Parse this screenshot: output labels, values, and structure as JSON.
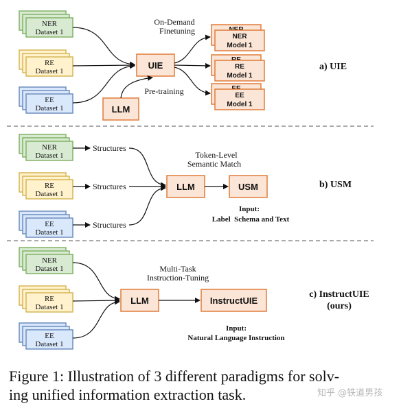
{
  "colors": {
    "ner_fill": "#d9ead3",
    "ner_stroke": "#82b366",
    "re_fill": "#fff2cc",
    "re_stroke": "#d6b656",
    "ee_fill": "#dae8fc",
    "ee_stroke": "#6c8ebf",
    "model_fill": "#fbe5d6",
    "model_stroke": "#e07b39"
  },
  "datasets": {
    "ner": {
      "line1": "NER",
      "line2": "Dataset 1"
    },
    "re": {
      "line1": "RE",
      "line2": "Dataset 1"
    },
    "ee": {
      "line1": "EE",
      "line2": "Dataset 1"
    }
  },
  "uie": {
    "finetune_label_1": "On-Demand",
    "finetune_label_2": "Finetuning",
    "uie_box": "UIE",
    "llm_box": "LLM",
    "pretraining_label": "Pre-training",
    "models": [
      {
        "back": "NER",
        "line1": "NER",
        "line2": "Model 1"
      },
      {
        "back": "RE",
        "line1": "RE",
        "line2": "Model 1"
      },
      {
        "back": "EE",
        "line1": "EE",
        "line2": "Model 1"
      }
    ],
    "section_label": "a) UIE"
  },
  "usm": {
    "structures_label": "Structures",
    "match_label_1": "Token-Level",
    "match_label_2": "Semantic Match",
    "llm_box": "LLM",
    "usm_box": "USM",
    "input_label_1": "Input:",
    "input_label_2": "Label  Schema and Text",
    "section_label": "b) USM"
  },
  "instructuie": {
    "tuning_label_1": "Multi-Task",
    "tuning_label_2": "Instruction-Tuning",
    "llm_box": "LLM",
    "out_box": "InstructUIE",
    "input_label_1": "Input:",
    "input_label_2": "Natural Language Instruction",
    "section_label_1": "c) InstructUIE",
    "section_label_2": "(ours)"
  },
  "caption": "Figure 1: Illustration of 3 different paradigms for solving unified information extraction task.",
  "caption_line1": "Figure 1: Illustration of 3 different paradigms for solv-",
  "caption_line2": "ing unified information extraction task.",
  "watermark": "知乎 @铁道男孩"
}
